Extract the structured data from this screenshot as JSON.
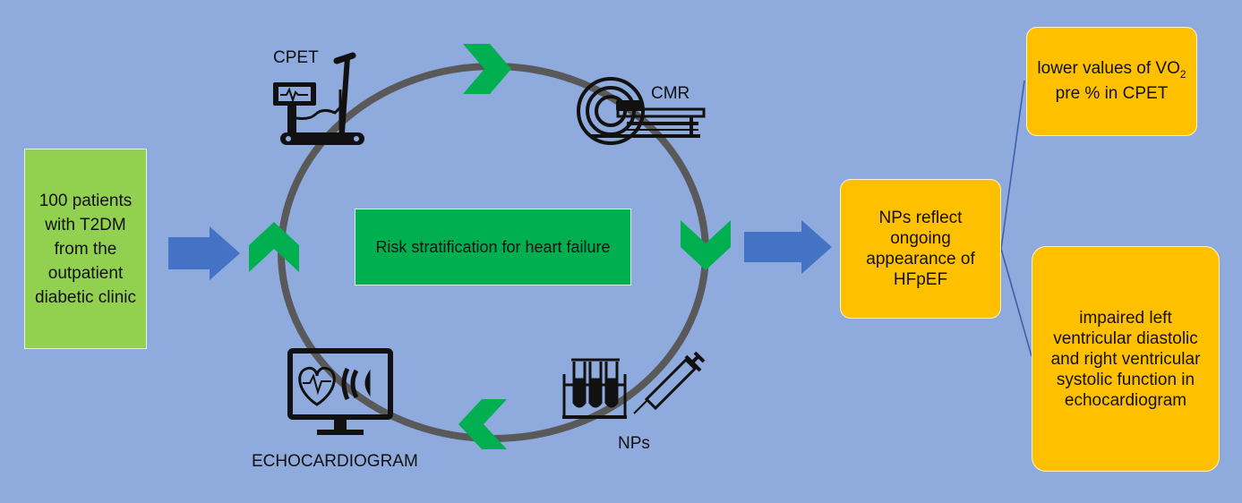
{
  "patients_box": {
    "text": "100 patients with T2DM from the outpatient diabetic clinic"
  },
  "center_box": {
    "text": "Risk stratification for heart failure"
  },
  "cycle_labels": {
    "cpet": "CPET",
    "cmr": "CMR",
    "nps": "NPs",
    "echo": "ECHOCARDIOGRAM"
  },
  "result_box": {
    "text": "NPs reflect ongoing appearance of HFpEF"
  },
  "finding_vo2": {
    "part1": "lower  values of VO",
    "sub": "2",
    "part2": " pre % in CPET"
  },
  "finding_echo": {
    "text": "impaired left ventricular diastolic and right ventricular systolic function in echocardiogram"
  },
  "colors": {
    "background": "#8faadc",
    "patients_box": "#92d050",
    "center_box": "#00b050",
    "findings": "#ffc000",
    "arrows": "#4472c4",
    "chevrons": "#00b050",
    "cycle": "#595959",
    "icons": "#111111"
  },
  "icons": [
    "treadmill-icon",
    "mri-scanner-icon",
    "test-tubes-syringe-icon",
    "echo-monitor-icon"
  ]
}
